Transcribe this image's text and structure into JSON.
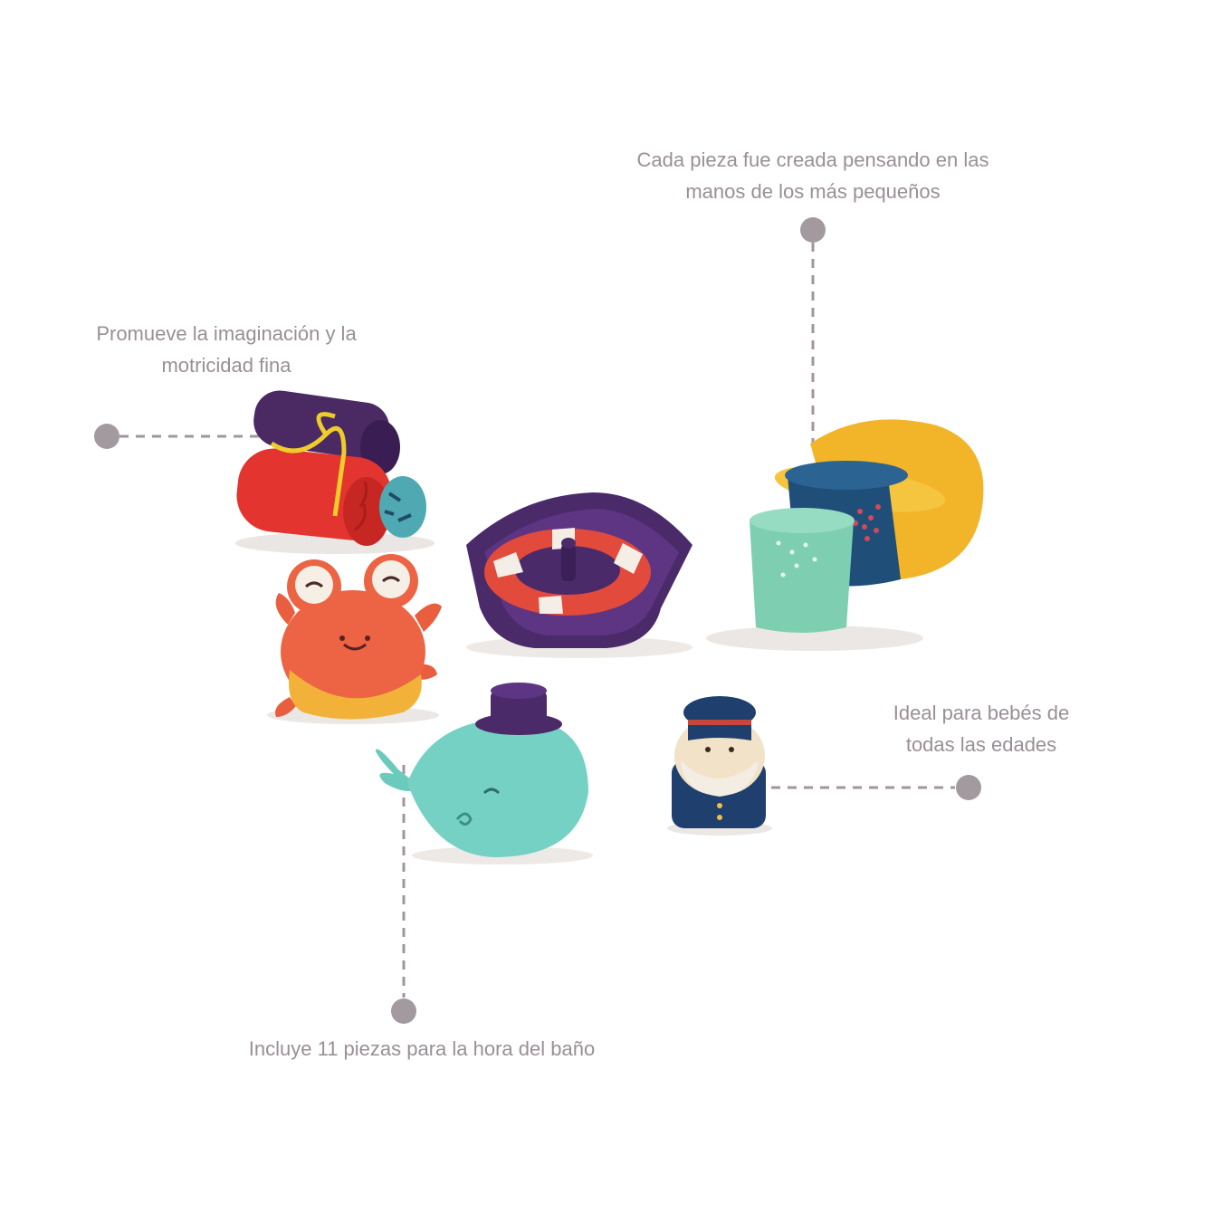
{
  "callouts": {
    "top_right": {
      "line1": "Cada pieza fue creada pensando en las",
      "line2": "manos de los más pequeños"
    },
    "left": {
      "line1": "Promueve la imaginación y la",
      "line2": "motricidad fina"
    },
    "right": {
      "line1": "Ideal para bebés de",
      "line2": "todas las edades"
    },
    "bottom": {
      "line1": "Incluye 11 piezas para la hora del baño"
    }
  },
  "colors": {
    "callout_text": "#9a8f96",
    "leader_line": "#a0969c",
    "dot": "#a39aa0"
  },
  "toys": [
    "wash-cloth-rolls",
    "crab-squirter",
    "boat-with-life-ring",
    "stacking-cups",
    "whale-squirter",
    "captain-figure"
  ]
}
